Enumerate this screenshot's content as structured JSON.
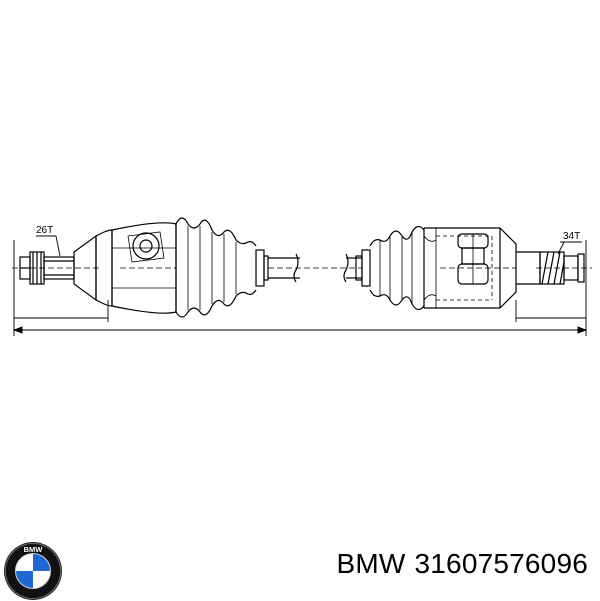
{
  "diagram": {
    "left_teeth_label": "26T",
    "right_teeth_label": "34T"
  },
  "brand": {
    "logo_text": "BMW",
    "name": "BMW",
    "part_number": "31607576096"
  },
  "colors": {
    "line": "#000000",
    "background": "#ffffff",
    "bmw_blue": "#1c69d4",
    "bmw_ring": "#000000"
  }
}
